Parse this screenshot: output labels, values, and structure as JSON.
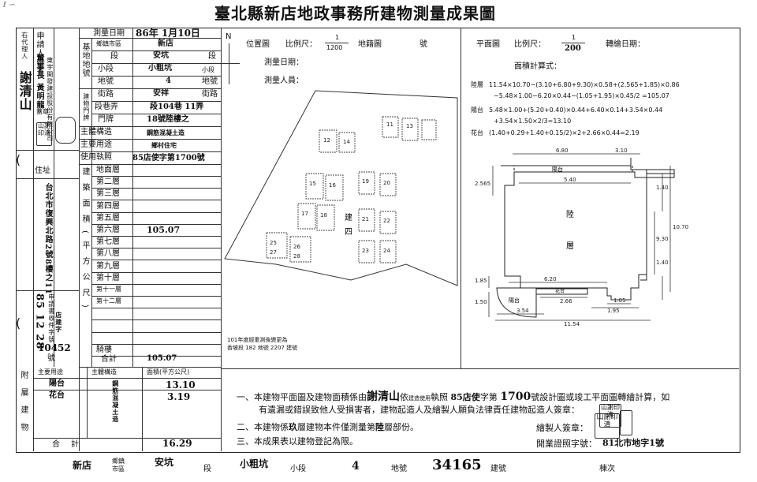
{
  "title": "臺北縣新店地政事務所建物測量成果圖",
  "corner_mark": "ℓ ∽",
  "left": {
    "applicant_label": "申請人姓名",
    "agent_label": "右代理人",
    "applicant_company": "東宇開發建設股份有限公司",
    "applicant_rep": "董事長 黃明龍",
    "agent_name": "謝清山",
    "seal_label": "蓋章",
    "seal_text": "山謝印清",
    "address_label": "住址",
    "address": "台北市復興北路2號8樓之11",
    "apply_no_label": "申請書收件字號",
    "apply_date": "85 12 28",
    "apply_word": "店建字",
    "apply_no": "10452",
    "apply_no_suffix": "號"
  },
  "info": {
    "survey_date_label": "測量日期",
    "survey_date": "86年 1月10日",
    "base_label": "基地地號",
    "town_label": "鄉鎮市區",
    "town": "新店",
    "section_label": "段",
    "section": "安坑",
    "subsection_label": "小段",
    "subsection": "小粗坑",
    "lot_label": "地號",
    "lot": "4",
    "building_label": "建物門牌",
    "street_label": "街路",
    "street": "安祥",
    "lane_label": "段巷弄",
    "lane": "段104巷 11弄",
    "door_label": "門牌",
    "door": "18號陸樓之",
    "structure_label": "主體構造",
    "structure": "鋼筋混凝土造",
    "use_label": "主要用途",
    "use": "鄉村住宅",
    "license_label": "使用執照",
    "license": "85店使字第1700號"
  },
  "floors": {
    "area_label": "建築面積(平方公尺)",
    "rows": [
      {
        "label": "地面層",
        "value": ""
      },
      {
        "label": "第二層",
        "value": ""
      },
      {
        "label": "第三層",
        "value": ""
      },
      {
        "label": "第四層",
        "value": ""
      },
      {
        "label": "第五層",
        "value": ""
      },
      {
        "label": "第六層",
        "value": "105.07"
      },
      {
        "label": "第七層",
        "value": ""
      },
      {
        "label": "第八層",
        "value": ""
      },
      {
        "label": "第九層",
        "value": ""
      },
      {
        "label": "第十層",
        "value": ""
      },
      {
        "label": "第十一層",
        "value": ""
      },
      {
        "label": "第十二層",
        "value": ""
      },
      {
        "label": "",
        "value": ""
      },
      {
        "label": "",
        "value": ""
      },
      {
        "label": "",
        "value": ""
      },
      {
        "label": "騎樓",
        "value": ""
      }
    ],
    "total_label": "合計",
    "total": "105.07"
  },
  "annex": {
    "side_label": "附屬建物",
    "headers": [
      "主要用途",
      "主體構造",
      "面積(平方公尺)"
    ],
    "rows": [
      {
        "use": "陽台",
        "area": "13.10"
      },
      {
        "use": "花台",
        "area": "3.19"
      }
    ],
    "structure": "鋼筋混凝土造",
    "total_label": "合計",
    "total": "16.29"
  },
  "site": {
    "north": "N",
    "location_label": "位置圖",
    "scale_label": "比例尺：",
    "scale_num": "1",
    "scale_den": "1200",
    "cadastral_label": "地籍圖",
    "no_label": "號",
    "survey_date_label": "測量日期：",
    "surveyor_label": "測量人員：",
    "building_label": "建四",
    "lot_labels": [
      "11",
      "13",
      "12",
      "14",
      "15",
      "16",
      "17",
      "18",
      "19",
      "20",
      "21",
      "22",
      "23",
      "24",
      "25",
      "26",
      "27",
      "28"
    ],
    "note_line1": "101年度經重測後變更為",
    "note_line2": "香坡段 182 地號 2207 建號"
  },
  "plan": {
    "plan_label": "平面圖",
    "scale_label": "比例尺：",
    "scale_num": "1",
    "scale_den": "200",
    "transfer_label": "轉繪日期：",
    "calc_title": "面積計算式：",
    "calc": [
      {
        "name": "陸層",
        "line1": "11.54×10.70−(3.10+6.80+9.30)×0.58+(2.565+1.85)×0.86",
        "line2": "−5.48×1.00−6.20×0.44−(1.05+1.95)×0.45/2 =105.07"
      },
      {
        "name": "陽台",
        "line1": "5.48×1.00+(5.20+0.40)×0.44+6.40×0.14+3.54×0.44",
        "line2": "+3.54×1.50×2/3=13.10"
      },
      {
        "name": "花台",
        "line1": "(1.40+0.29+1.40+0.15/2)×2+2.66×0.44=2.19",
        "line2": ""
      }
    ],
    "floor_label": "陸",
    "floor_label2": "層",
    "balcony_label": "陽台",
    "balcony2_label": "陽台",
    "flower_label": "花台",
    "dims": {
      "top1": "6.80",
      "top2": "3.10",
      "inner": "5.40",
      "left": "2.565",
      "r1": "1.40",
      "r2": "9.30",
      "r3": "10.70",
      "r4": "1.40",
      "b1": "6.20",
      "b2": "2.66",
      "b3": "1.05",
      "b4": "1.95",
      "b5": "3.54",
      "b6": "11.54",
      "lb1": "1.85",
      "lb2": "1.50"
    }
  },
  "notes": {
    "n1a": "一、本建物平面圖及建物面積係由",
    "n1_name": "謝清山",
    "n1b": "依",
    "n1_small": "建造使用",
    "n1c": "執照",
    "n1_lic1": "85店使",
    "n1d": "字第",
    "n1_lic2": "1700",
    "n1e": "號設計圖或竣工平面圖轉繪計算，如",
    "n1f": "有遺漏或錯誤致他人受損害者，建物起造人及繪製人願負法律責任建物起造人簽章：",
    "n2a": "二、本建物係",
    "n2_val": "玖",
    "n2b": "層建物本件僅測量第",
    "n2_val2": "陸",
    "n2c": "層部份。",
    "drafter_label": "繪製人簽章：",
    "drafter_seal": "山謝印清",
    "n3": "三、本成果表以建物登記為限。",
    "cert_label": "開業證照字號：",
    "cert_val": "81北市地字1號"
  },
  "footer": {
    "town": "新店",
    "town_label": "鄉鎮市區",
    "section": "安坑",
    "section_label": "段",
    "subsection": "小粗坑",
    "subsection_label": "小段",
    "lot": "4",
    "lot_label": "地號",
    "bno": "34165",
    "bno_label": "建號",
    "pages_label": "棟次"
  }
}
